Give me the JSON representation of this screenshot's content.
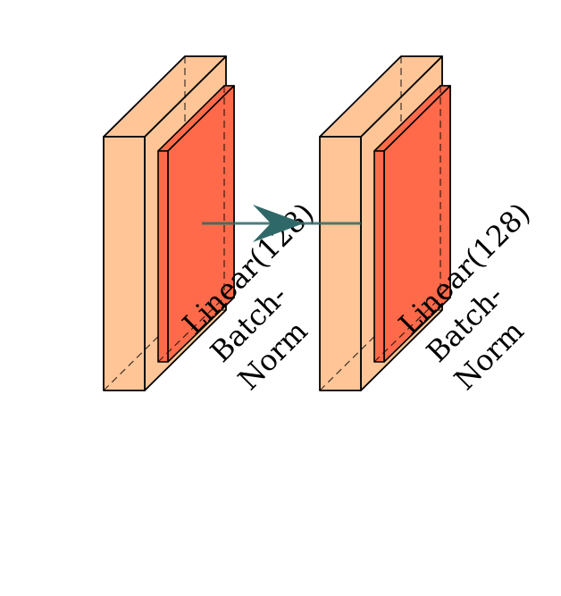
{
  "colors": {
    "block_fill": "#ffc597",
    "norm_fill": "#ff6a4a",
    "norm_side_fill": "#ff8e8e",
    "edge": "#000000",
    "arrow": "#2f6868"
  },
  "blocks": [
    {
      "label_lines": [
        "Linear(128)",
        "Batch-",
        "Norm"
      ]
    },
    {
      "label_lines": [
        "Linear(128)",
        "Batch-",
        "Norm"
      ]
    }
  ]
}
